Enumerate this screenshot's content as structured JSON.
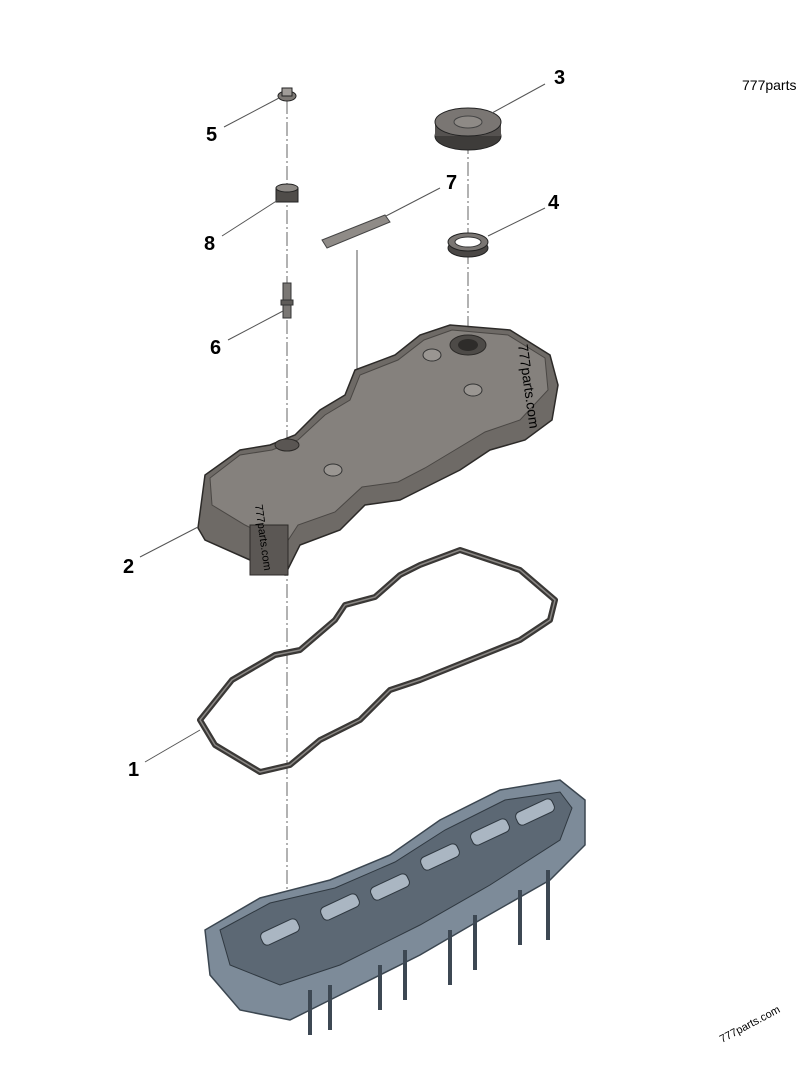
{
  "diagram": {
    "watermark_top": "777parts",
    "watermark_rotated": "777parts.com",
    "callouts": [
      {
        "number": "1",
        "part": "cover-gasket"
      },
      {
        "number": "2",
        "part": "valve-cover"
      },
      {
        "number": "3",
        "part": "oil-filler-cap"
      },
      {
        "number": "4",
        "part": "seal-ring"
      },
      {
        "number": "5",
        "part": "bolt-cap"
      },
      {
        "number": "6",
        "part": "stud"
      },
      {
        "number": "7",
        "part": "label"
      },
      {
        "number": "8",
        "part": "isolator-grommet"
      }
    ],
    "colors": {
      "cover": "#6e6a66",
      "gasket": "#3a3836",
      "head": "#7d8b99"
    }
  }
}
